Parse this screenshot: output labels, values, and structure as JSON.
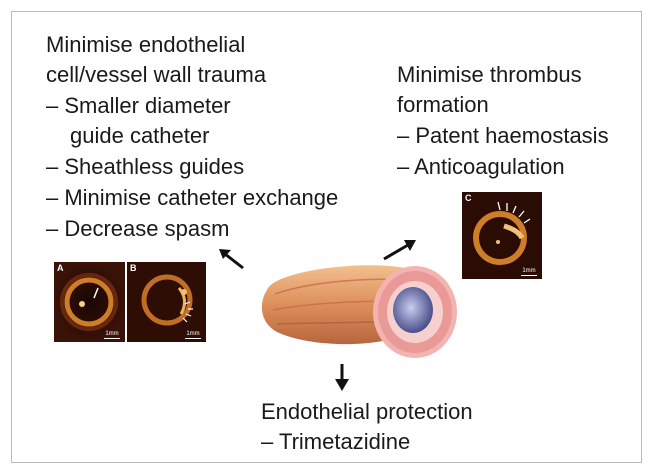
{
  "left_block": {
    "heading_line1": "Minimise endothelial",
    "heading_line2": "cell/vessel wall trauma",
    "items": [
      "– Smaller diameter",
      "guide catheter",
      "– Sheathless guides",
      "– Minimise catheter exchange",
      "– Decrease spasm"
    ]
  },
  "right_block": {
    "heading_line1": "Minimise thrombus",
    "heading_line2": "formation",
    "items": [
      "– Patent haemostasis",
      "– Anticoagulation"
    ]
  },
  "bottom_block": {
    "heading": "Endothelial protection",
    "items": [
      "– Trimetazidine"
    ]
  },
  "panels": {
    "a": {
      "label": "A",
      "scale": "1mm"
    },
    "b": {
      "label": "B",
      "scale": "1mm"
    },
    "c": {
      "label": "C",
      "scale": "1mm"
    }
  },
  "colors": {
    "text": "#1a1a1a",
    "oct_bg": "#2b0c05",
    "oct_ring": "#e08a2c",
    "border": "#b9b9b9"
  },
  "icons": {
    "arrows": [
      "arrow-up-left-icon",
      "arrow-up-right-icon",
      "arrow-down-icon"
    ]
  }
}
